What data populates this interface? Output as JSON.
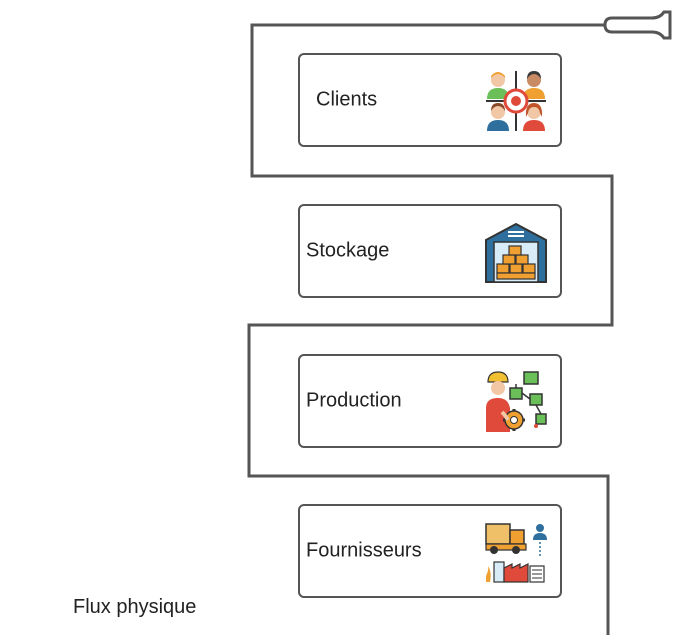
{
  "steps": [
    {
      "label": "Clients",
      "icon": "customers-target-icon"
    },
    {
      "label": "Stockage",
      "icon": "warehouse-icon"
    },
    {
      "label": "Production",
      "icon": "worker-process-icon"
    },
    {
      "label": "Fournisseurs",
      "icon": "supplier-delivery-icon"
    }
  ],
  "caption": "Flux physique",
  "colors": {
    "line": "#555555",
    "card_border": "#555555",
    "text": "#222222",
    "accent_blue": "#2f6f9e",
    "accent_orange": "#f0a030",
    "accent_green": "#6bbf59",
    "accent_red": "#e04a3a"
  }
}
